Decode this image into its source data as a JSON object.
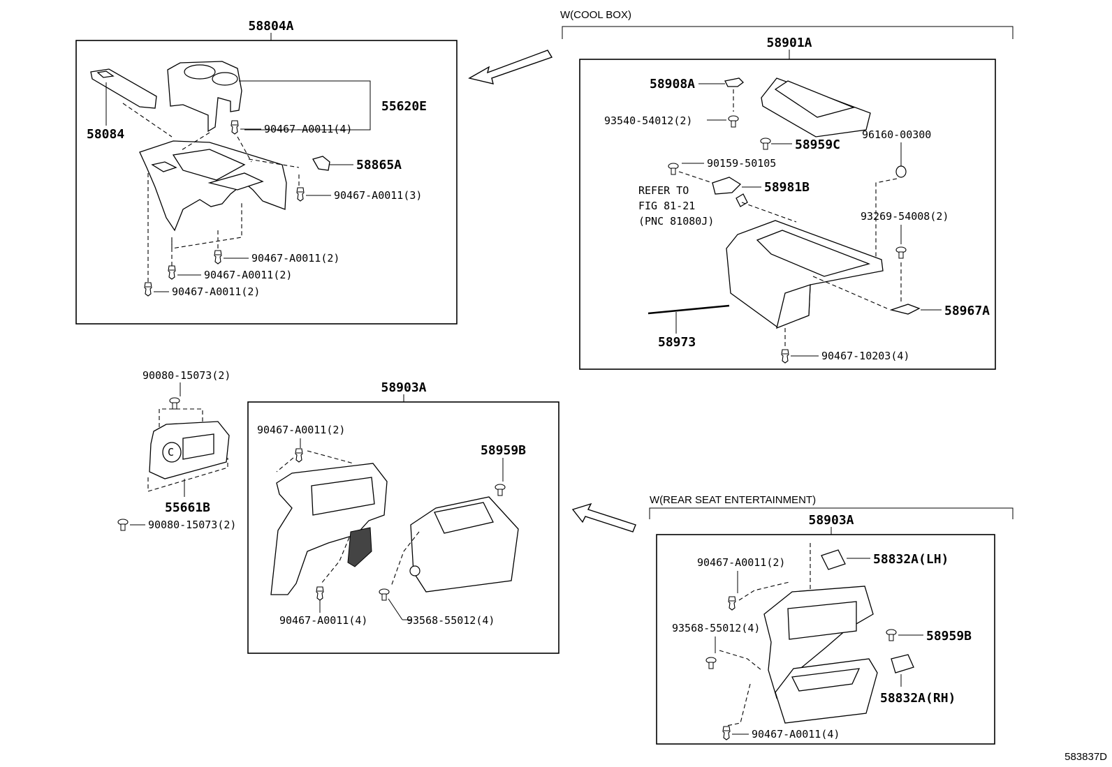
{
  "diagram_id": "583837D",
  "variants": {
    "cool_box": "W(COOL BOX)",
    "rear_seat": "W(REAR SEAT ENTERTAINMENT)"
  },
  "assemblies": {
    "a58804A": {
      "title": "58804A",
      "parts": {
        "p58084": "58084",
        "p55620E": "55620E",
        "p58865A": "58865A",
        "clip_top": "90467-A0011(4)",
        "clip_right": "90467-A0011(3)",
        "clip_b1": "90467-A0011(2)",
        "clip_b2": "90467-A0011(2)",
        "clip_b3": "90467-A0011(2)"
      }
    },
    "a58901A": {
      "title": "58901A",
      "parts": {
        "p58908A": "58908A",
        "bolt": "93540-54012(2)",
        "p58959C": "58959C",
        "p96160": "96160-00300",
        "p90159": "90159-50105",
        "p58981B": "58981B",
        "refer1": "REFER TO",
        "refer2": "FIG 81-21",
        "refer3": "(PNC 81080J)",
        "p93269": "93269-54008(2)",
        "p58967A": "58967A",
        "p58973": "58973",
        "clip_bottom": "90467-10203(4)"
      }
    },
    "a55661B": {
      "parts": {
        "screw_top": "90080-15073(2)",
        "p55661B": "55661B",
        "screw_bottom": "90080-15073(2)",
        "symbol": "C"
      }
    },
    "a58903A_left": {
      "title": "58903A",
      "parts": {
        "clip_top": "90467-A0011(2)",
        "p58959B": "58959B",
        "clip_bottom": "90467-A0011(4)",
        "screw": "93568-55012(4)"
      }
    },
    "a58903A_right": {
      "title": "58903A",
      "parts": {
        "clip_top": "90467-A0011(2)",
        "p58832A_LH": "58832A(LH)",
        "screw": "93568-55012(4)",
        "p58959B": "58959B",
        "p58832A_RH": "58832A(RH)",
        "clip_bottom": "90467-A0011(4)"
      }
    }
  }
}
